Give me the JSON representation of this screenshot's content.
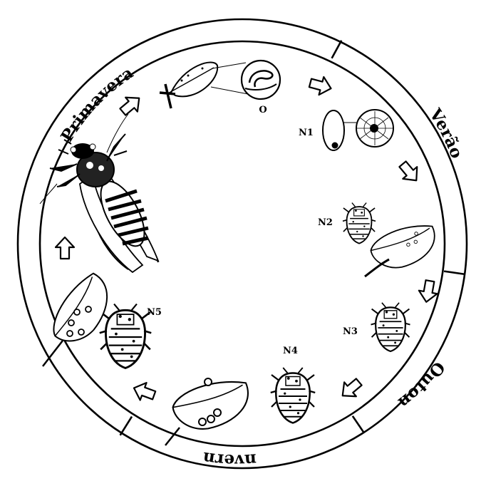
{
  "seasons": {
    "spring": "Primavera",
    "summer": "Verão",
    "autumn": "Outono",
    "winter": "Inverno"
  },
  "stages": {
    "egg": "O",
    "n1": "N1",
    "n2": "N2",
    "n3": "N3",
    "n4": "N4",
    "n5": "N5"
  }
}
